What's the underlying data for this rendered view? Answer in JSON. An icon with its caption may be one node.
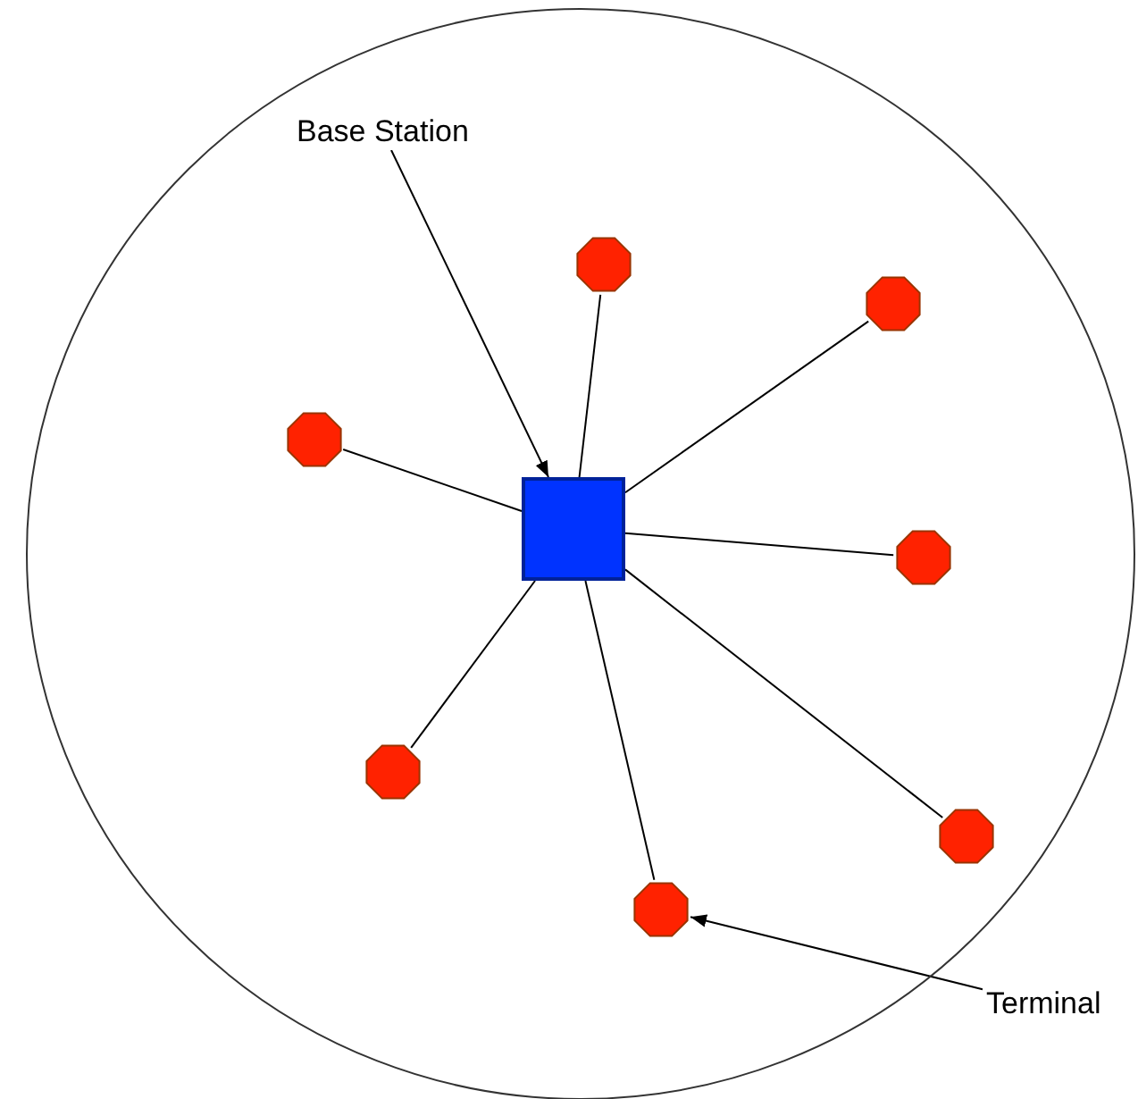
{
  "diagram": {
    "nodes": [
      {
        "text": [],
        "shape": "circle"
      },
      {
        "text": [
          "Base Station"
        ],
        "in": 0
      },
      {
        "text": [],
        "shape": "box",
        "in": 0
      },
      {
        "text": [],
        "shape": "octagon",
        "in": 0
      },
      {
        "text": [],
        "shape": "octagon",
        "in": 0
      },
      {
        "text": [],
        "shape": "octagon",
        "in": 0
      },
      {
        "text": [],
        "shape": "octagon",
        "in": 0
      },
      {
        "text": [],
        "shape": "octagon",
        "in": 0
      },
      {
        "text": [],
        "shape": "octagon",
        "in": 0
      },
      {
        "text": [],
        "shape": "octagon",
        "in": 0
      },
      {
        "text": [
          "Terminal"
        ]
      }
    ],
    "edges": [
      {
        "from": 1,
        "to": 2,
        "arrow": "to"
      },
      {
        "from": 2,
        "to": 3,
        "arrow": "none"
      },
      {
        "from": 2,
        "to": 4,
        "arrow": "none"
      },
      {
        "from": 2,
        "to": 5,
        "arrow": "none"
      },
      {
        "from": 2,
        "to": 6,
        "arrow": "none"
      },
      {
        "from": 2,
        "to": 7,
        "arrow": "none"
      },
      {
        "from": 2,
        "to": 8,
        "arrow": "none"
      },
      {
        "from": 2,
        "to": 9,
        "arrow": "none"
      },
      {
        "from": 10,
        "to": 9,
        "arrow": "to"
      }
    ]
  }
}
